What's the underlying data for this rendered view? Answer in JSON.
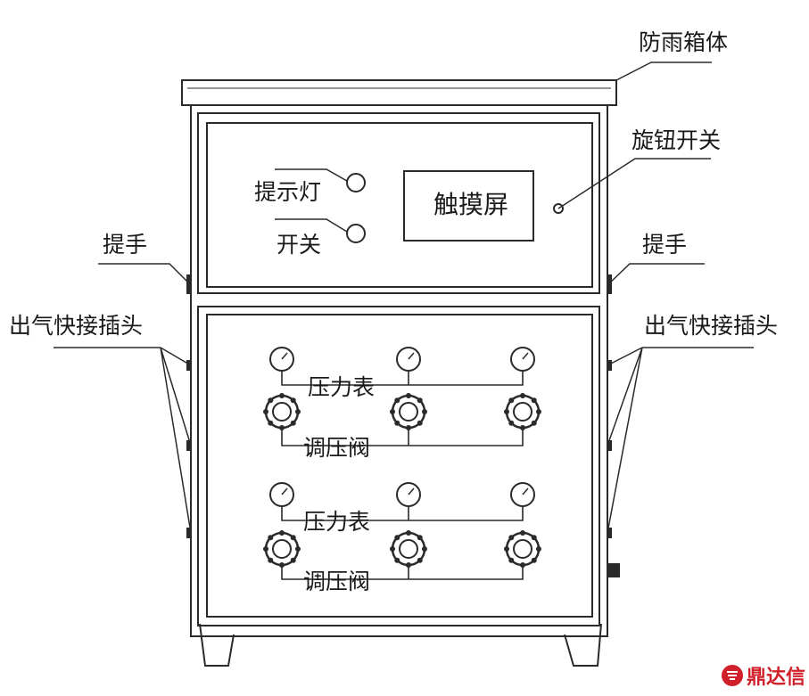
{
  "labels": {
    "rain_box": "防雨箱体",
    "knob_switch": "旋钮开关",
    "indicator_light": "提示灯",
    "switch": "开关",
    "touch_screen": "触摸屏",
    "handle_left": "提手",
    "handle_right": "提手",
    "quick_connector_left": "出气快接插头",
    "quick_connector_right": "出气快接插头",
    "pressure_gauge_top": "压力表",
    "regulator_top": "调压阀",
    "pressure_gauge_bottom": "压力表",
    "regulator_bottom": "调压阀"
  },
  "watermark": "鼎达信",
  "colors": {
    "line": "#2a2a2a",
    "watermark": "#d0202a"
  }
}
